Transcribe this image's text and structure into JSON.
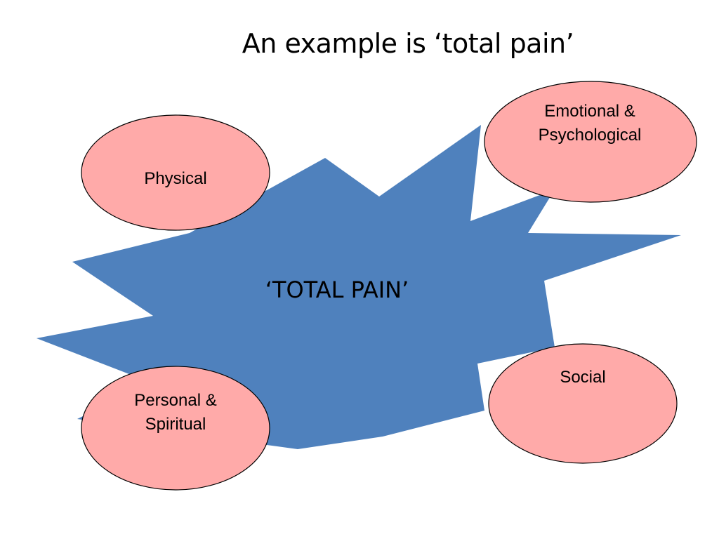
{
  "title": "An example is ‘total pain’",
  "center": {
    "label": "‘TOTAL PAIN’"
  },
  "ovals": {
    "physical": {
      "label": "Physical"
    },
    "emotional": {
      "label": "Emotional &\nPsychological"
    },
    "spiritual": {
      "label": "Personal &\n Spiritual"
    },
    "social": {
      "label": "Social"
    }
  },
  "colors": {
    "burst_fill": "#4f81bd",
    "oval_fill": "#ffaaa9",
    "oval_stroke": "#000000",
    "text": "#000000",
    "background": "#ffffff"
  }
}
